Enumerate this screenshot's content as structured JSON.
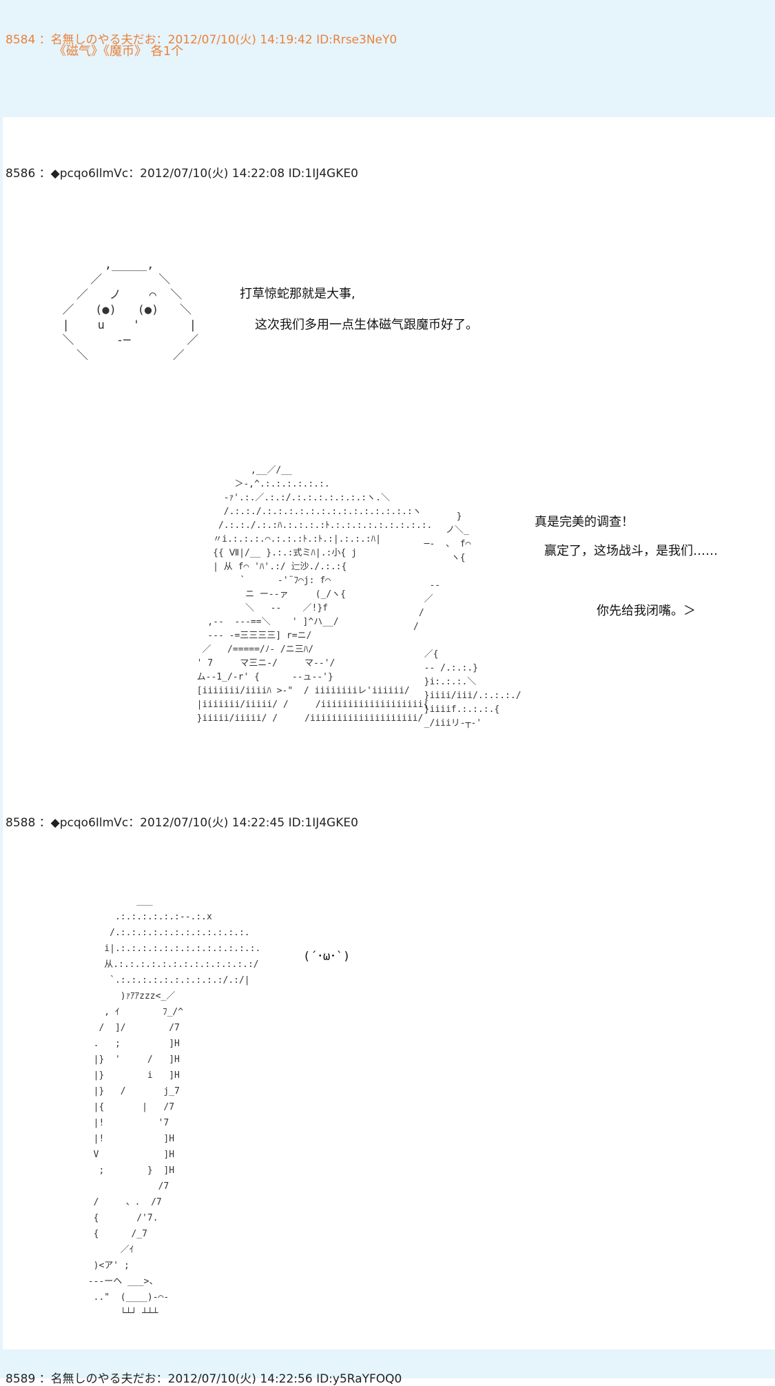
{
  "posts": [
    {
      "header": "8584 ：名無しのやる夫だお：2012/07/10(火) 14:19:42 ID:Rrse3NeY0",
      "body": "《磁气》《魔币》 各1个"
    },
    {
      "header": "8586 ：◆pcqo6IlmVc：2012/07/10(火) 14:22:08 ID:1IJ4GKE0",
      "lines": [
        "打草惊蛇那就是大事,",
        "这次我们多用一点生体磁气跟魔币好了。",
        "真是完美的调查！",
        "赢定了，这场战斗，是我们……",
        "你先给我闭嘴。＞"
      ]
    },
    {
      "header": "8588 ：◆pcqo6IlmVc：2012/07/10(火) 14:22:45 ID:1IJ4GKE0",
      "lines": [
        "(´･ω･`)"
      ]
    },
    {
      "header": "8589 ：名無しのやる夫だお：2012/07/10(火) 14:22:56 ID:y5RaYFOQ0"
    }
  ],
  "ascii_art": {
    "face": "        ,_____,\n      ／        ＼\n    ／   ノ    ⌒  ＼\n  ／   (●)   (●)   ＼\n  |    u    '       |\n  ＼      ‐─        ／\n    ＼            ／",
    "group": "            ,__／/__\n         ＞-,^.:.:.:.:.:.:.\n       -ｧ'.:.／.:.:/.:.:.:.:.:.:.:ヽ.＼\n       /.:.:./.:.:.:.:.:.:.:.:.:.:.:.:.:.:ヽ\n      /.:.:./.:.:ﾊ.:.:.:.:ﾄ.:.:.:.:.:.:.:.:.:.\n     〃i.:.:.:.⌒.:.:.:ﾄ.:ﾄ.:|.:.:.:ﾊ|\n     {{ Ⅶ|/__ }.:.:式ミﾊ|.:小{ j\n     | 从 f⌒ 'ﾊ'.:/ 辷沙./.:.:{\n          `      ‐'¨ﾌ⌒j: f⌒\n           ニ ー‐‐ァ     (_/ヽ{\n           ＼   ‐‐    ／!}f\n    ,‐-  ‐‐‐==＼    ' ]^ハ__/\n    ‐‐‐ -=三三三三] r=ニ/\n   ／   /=====/ﾉ- /ニ三ﾊ/\n  ' 7     マ三ニ-/     マ‐-'/\n  ム--1_/‐r' {      ‐-ュ‐‐'}\n  [iiiiiii/iiiiﾊ >-\"  / iiiiiiiiレ'iiiiii/\n  |iiiiiii/iiiii/ /     /iiiiiiiiiiiiiiiiiii{\n  }iiiii/iiiii/ /     /iiiiiiiiiiiiiiiiiiii/",
    "right_figures": "        }\n      ノ＼_\n  ─‐  、 f⌒\n       ヽ{\n\n   ‐-\n  ／\n /\n/\n\n  ／{\n  ‐- /.:.:.}\n  }i:.:.:.＼\n  }iiii/iii/.:.:.:./\n  }iiiif.:.:.:.{\n  _/iiiリ‐┬‐'",
    "standing": "          ___\n      .:.:.:.:.:.:‐-.:.x\n     /.:.:.:.:.:.:.:.:.:.:.:.:.\n    i|.:.:.:.:.:.:.:.:.:.:.:.:.:.\n    从.:.:.:.:.:.:.:.:.:.:.:.:.:/\n     `.:.:.:.:.:.:.:.:.:.:/.:/|\n       )ｧｱｱzzz<_／\n    , ｲ        ﾌ_/^\n   /  ]/        /7\n  .   ;         ]H\n  |}  '     /   ]H\n  |}        i   ]H\n  |}   /       j_7\n  |{       |   /7\n  |!          '7\n  |!           ]H\n  V            ]H\n   ;        }  ]H\n              /7\n  /     、.  /7\n  {       /'7.\n  {      /_7\n       ／ｲ\n  )<ア' ;\n ‐-‐ーヘ ___>、\n  ..\"  (____)-⌒‐\n       └┴┘ ┴┴┴"
  }
}
